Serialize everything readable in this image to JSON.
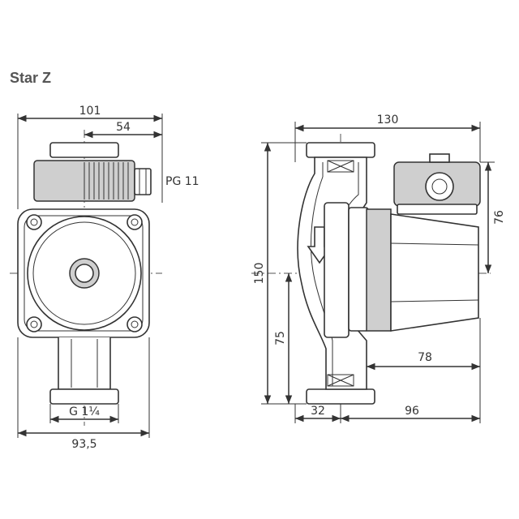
{
  "title": "Star Z",
  "front_view": {
    "dim_total_width_top": "101",
    "dim_half_width": "54",
    "cable_gland": "PG 11",
    "thread": "G 1¼",
    "dim_bottom_width": "93,5"
  },
  "side_view": {
    "dim_total_length": "130",
    "dim_height_total": "150",
    "dim_height_lower": "75",
    "dim_box_height": "76",
    "dim_motor_depth": "78",
    "dim_flange_left": "32",
    "dim_flange_right": "96"
  }
}
